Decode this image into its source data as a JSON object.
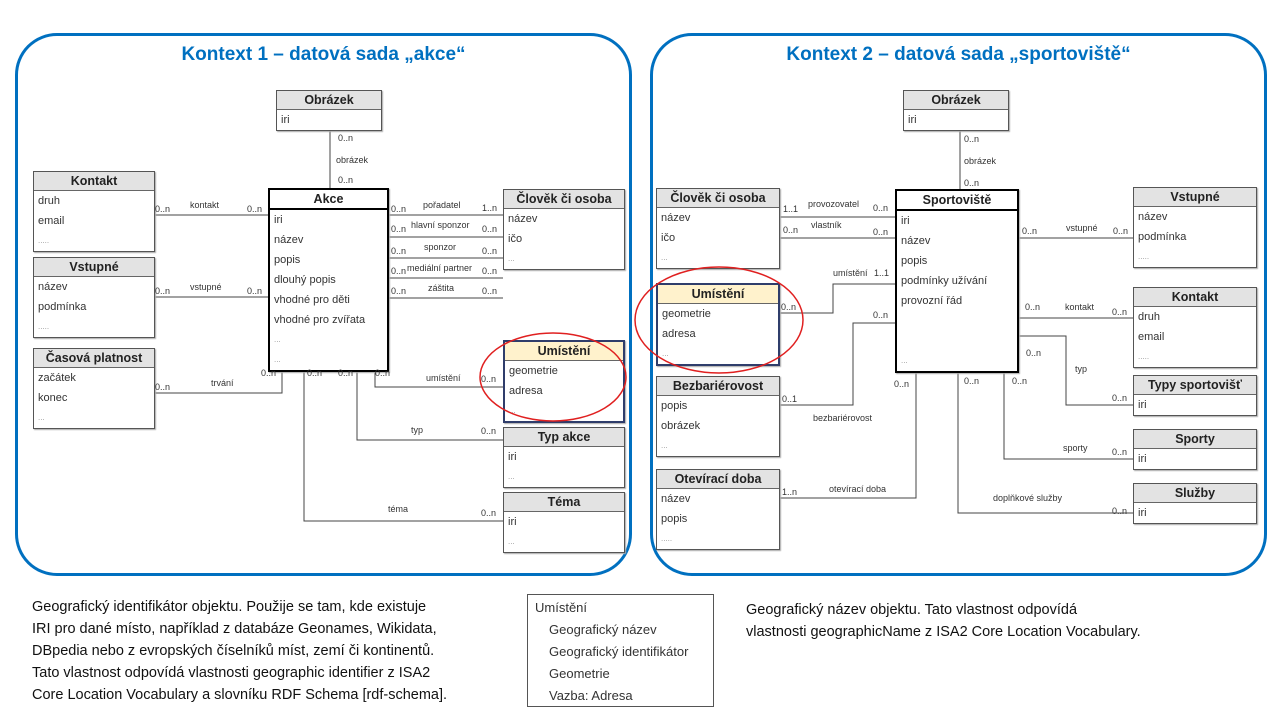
{
  "context1": {
    "title": "Kontext 1 – datová sada „akce“",
    "entities": {
      "obrazek": {
        "name": "Obrázek",
        "fields": [
          "iri"
        ]
      },
      "kontakt": {
        "name": "Kontakt",
        "fields": [
          "druh",
          "email",
          "....."
        ]
      },
      "vstupne": {
        "name": "Vstupné",
        "fields": [
          "název",
          "podmínka",
          "....."
        ]
      },
      "casova": {
        "name": "Časová platnost",
        "fields": [
          "začátek",
          "konec",
          "..."
        ]
      },
      "akce": {
        "name": "Akce",
        "fields": [
          "iri",
          "název",
          "popis",
          "dlouhý popis",
          "vhodné pro děti",
          "vhodné pro zvířata",
          "...",
          "..."
        ]
      },
      "clovek": {
        "name": "Člověk či osoba",
        "fields": [
          "název",
          "ičo",
          "..."
        ]
      },
      "umisteni": {
        "name": "Umístění",
        "fields": [
          "geometrie",
          "adresa",
          "..."
        ]
      },
      "typakce": {
        "name": "Typ akce",
        "fields": [
          "iri",
          "..."
        ]
      },
      "tema": {
        "name": "Téma",
        "fields": [
          "iri",
          "..."
        ]
      }
    },
    "relations": [
      {
        "label": "obrázek",
        "from": "0..n",
        "to": "0..n"
      },
      {
        "label": "kontakt",
        "from": "0..n",
        "to": "0..n"
      },
      {
        "label": "vstupné",
        "from": "0..n",
        "to": "0..n"
      },
      {
        "label": "pořadatel",
        "from": "0..n",
        "to": "1..n"
      },
      {
        "label": "hlavní sponzor",
        "from": "0..n",
        "to": "0..n"
      },
      {
        "label": "sponzor",
        "from": "0..n",
        "to": "0..n"
      },
      {
        "label": "mediální partner",
        "from": "0..n",
        "to": "0..n"
      },
      {
        "label": "záštita",
        "from": "0..n",
        "to": "0..n"
      },
      {
        "label": "trvání",
        "from": "0..n",
        "to": "0..n"
      },
      {
        "label": "umístění",
        "from": "0..n",
        "to": "0..n"
      },
      {
        "label": "typ",
        "from": "0..n",
        "to": "0..n"
      },
      {
        "label": "téma",
        "from": "0..n",
        "to": "0..n"
      }
    ]
  },
  "context2": {
    "title": "Kontext 2 – datová sada „sportoviště“",
    "entities": {
      "obrazek": {
        "name": "Obrázek",
        "fields": [
          "iri"
        ]
      },
      "clovek": {
        "name": "Člověk či osoba",
        "fields": [
          "název",
          "ičo",
          "..."
        ]
      },
      "umisteni": {
        "name": "Umístění",
        "fields": [
          "geometrie",
          "adresa",
          "..."
        ]
      },
      "bezbar": {
        "name": "Bezbariérovost",
        "fields": [
          "popis",
          "obrázek",
          "..."
        ]
      },
      "oteviraci": {
        "name": "Otevírací doba",
        "fields": [
          "název",
          "popis",
          "....."
        ]
      },
      "sportoviste": {
        "name": "Sportoviště",
        "fields": [
          "iri",
          "název",
          "popis",
          "podmínky užívání",
          "provozní řád",
          "",
          "",
          "..."
        ]
      },
      "vstupne": {
        "name": "Vstupné",
        "fields": [
          "název",
          "podmínka",
          "....."
        ]
      },
      "kontakt": {
        "name": "Kontakt",
        "fields": [
          "druh",
          "email",
          "....."
        ]
      },
      "typy": {
        "name": "Typy sportovišť",
        "fields": [
          "iri"
        ]
      },
      "sporty": {
        "name": "Sporty",
        "fields": [
          "iri"
        ]
      },
      "sluzby": {
        "name": "Služby",
        "fields": [
          "iri"
        ]
      }
    },
    "relations": [
      {
        "label": "obrázek",
        "from": "0..n",
        "to": "0..n"
      },
      {
        "label": "provozovatel",
        "from": "1..1",
        "to": "0..n"
      },
      {
        "label": "vlastník",
        "from": "0..n",
        "to": "0..n"
      },
      {
        "label": "vstupné",
        "from": "0..n",
        "to": "0..n"
      },
      {
        "label": "umístění",
        "from": "0..n",
        "to": "1..1"
      },
      {
        "label": "bezbariérovost",
        "from": "0..1",
        "to": "0..n"
      },
      {
        "label": "otevírací doba",
        "from": "1..n",
        "to": "0..n"
      },
      {
        "label": "kontakt",
        "from": "0..n",
        "to": "0..n"
      },
      {
        "label": "typ",
        "from": "0..n",
        "to": "0..n"
      },
      {
        "label": "sporty",
        "from": "0..n",
        "to": "0..n"
      },
      {
        "label": "doplňkové služby",
        "from": "0..n",
        "to": "0..n"
      }
    ]
  },
  "highlight_color": "#e02020",
  "accent_color": "#0070c0",
  "footer": {
    "left_text": [
      "Geografický identifikátor objektu. Použije se tam, kde existuje",
      "IRI pro dané místo, například z databáze Geonames, Wikidata,",
      "DBpedia nebo z evropských číselníků míst, zemí či kontinentů.",
      "Tato vlastnost odpovídá vlastnosti geographic identifier z ISA2",
      "Core Location Vocabulary a slovníku RDF Schema [rdf-schema]."
    ],
    "legend": {
      "title": "Umístění",
      "items": [
        "Geografický název",
        "Geografický identifikátor",
        "Geometrie",
        "Vazba: Adresa"
      ]
    },
    "right_text": [
      "Geografický název objektu. Tato vlastnost odpovídá",
      "vlastnosti geographicName z ISA2 Core Location Vocabulary."
    ]
  }
}
